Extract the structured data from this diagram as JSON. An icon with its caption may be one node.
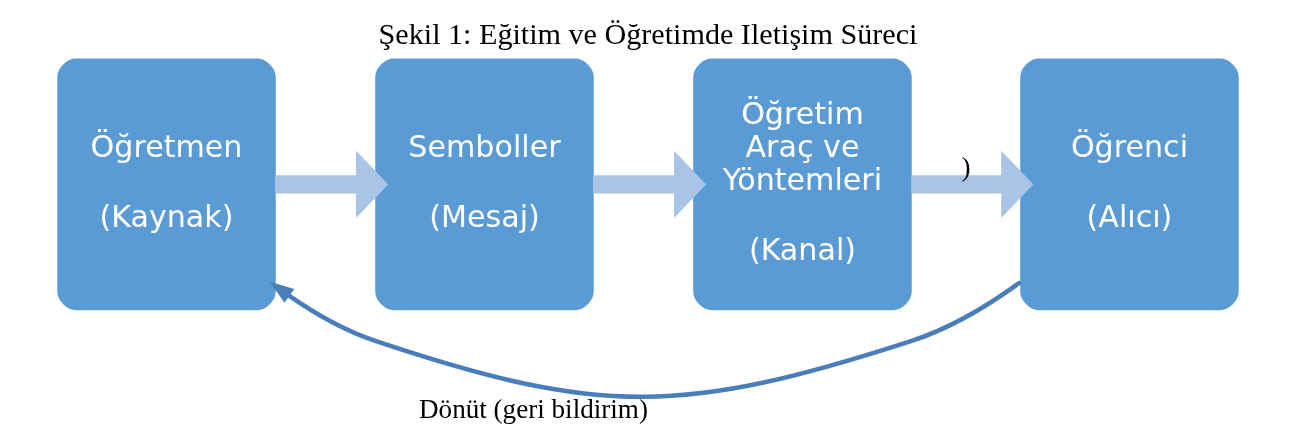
{
  "diagram": {
    "title": "Şekil 1: Eğitim ve Öğretimde Iletişim Süreci",
    "nodes": [
      {
        "text": [
          "Öğretmen",
          "(Kaynak)"
        ]
      },
      {
        "text": [
          "Semboller",
          "(Mesaj)"
        ]
      },
      {
        "text": [
          "Öğretim Araç ve Yöntemleri",
          "(Kanal)"
        ]
      },
      {
        "text": [
          "Öğrenci",
          "(Alıcı)"
        ]
      }
    ],
    "edges": [
      {
        "from": 0,
        "to": 1,
        "arrow": "to"
      },
      {
        "from": 1,
        "to": 2,
        "arrow": "to"
      },
      {
        "from": 2,
        "to": 3,
        "arrow": "to",
        "label": ")"
      },
      {
        "from": 3,
        "to": 0,
        "arrow": "to",
        "label": "Dönüt (geri bildirim)",
        "color": "#4a7ebb"
      }
    ]
  }
}
